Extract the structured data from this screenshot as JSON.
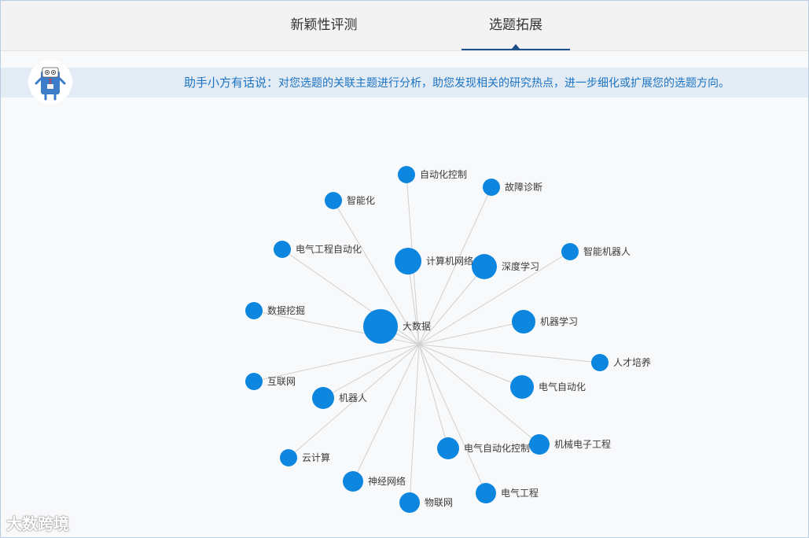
{
  "tabs": [
    {
      "label": "新颖性评测",
      "active": false
    },
    {
      "label": "选题拓展",
      "active": true
    }
  ],
  "banner": {
    "lead": "助手小方有话说：",
    "text": "对您选题的关联主题进行分析，助您发现相关的研究热点，进一步细化或扩展您的选题方向。"
  },
  "colors": {
    "node": "#0d86e0",
    "link": "#cfcfcf",
    "tab_active": "#1c4f8c",
    "banner_text": "#1c74c4"
  },
  "graph": {
    "center": "大数据",
    "nodes": [
      {
        "label": "自动化控制"
      },
      {
        "label": "故障诊断"
      },
      {
        "label": "智能化"
      },
      {
        "label": "电气工程自动化"
      },
      {
        "label": "计算机网络"
      },
      {
        "label": "深度学习"
      },
      {
        "label": "智能机器人"
      },
      {
        "label": "数据挖掘"
      },
      {
        "label": "大数据"
      },
      {
        "label": "机器学习"
      },
      {
        "label": "人才培养"
      },
      {
        "label": "互联网"
      },
      {
        "label": "机器人"
      },
      {
        "label": "电气自动化"
      },
      {
        "label": "电气自动化控制"
      },
      {
        "label": "机械电子工程"
      },
      {
        "label": "云计算"
      },
      {
        "label": "神经网络"
      },
      {
        "label": "电气工程"
      },
      {
        "label": "物联网"
      }
    ]
  },
  "watermark": "大数跨境"
}
